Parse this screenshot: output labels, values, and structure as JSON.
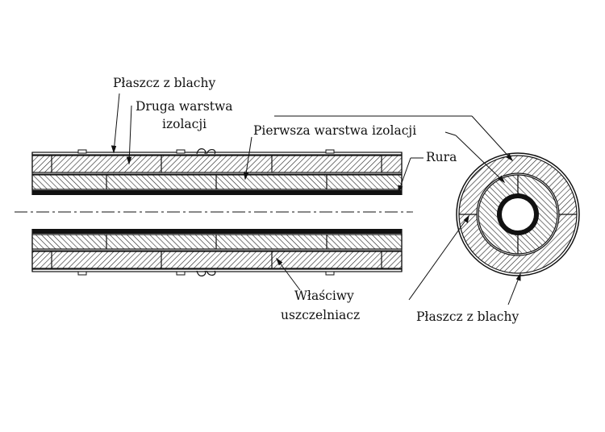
{
  "labels": {
    "plaszcz_top": "Płaszcz z blachy",
    "druga_line1": "Druga warstwa",
    "druga_line2": "izolacji",
    "pierwsza": "Pierwsza warstwa izolacji",
    "rura": "Rura",
    "wlasciwy_line1": "Właściwy",
    "wlasciwy_line2": "uszczelniacz",
    "plaszcz_right": "Płaszcz z blachy"
  }
}
